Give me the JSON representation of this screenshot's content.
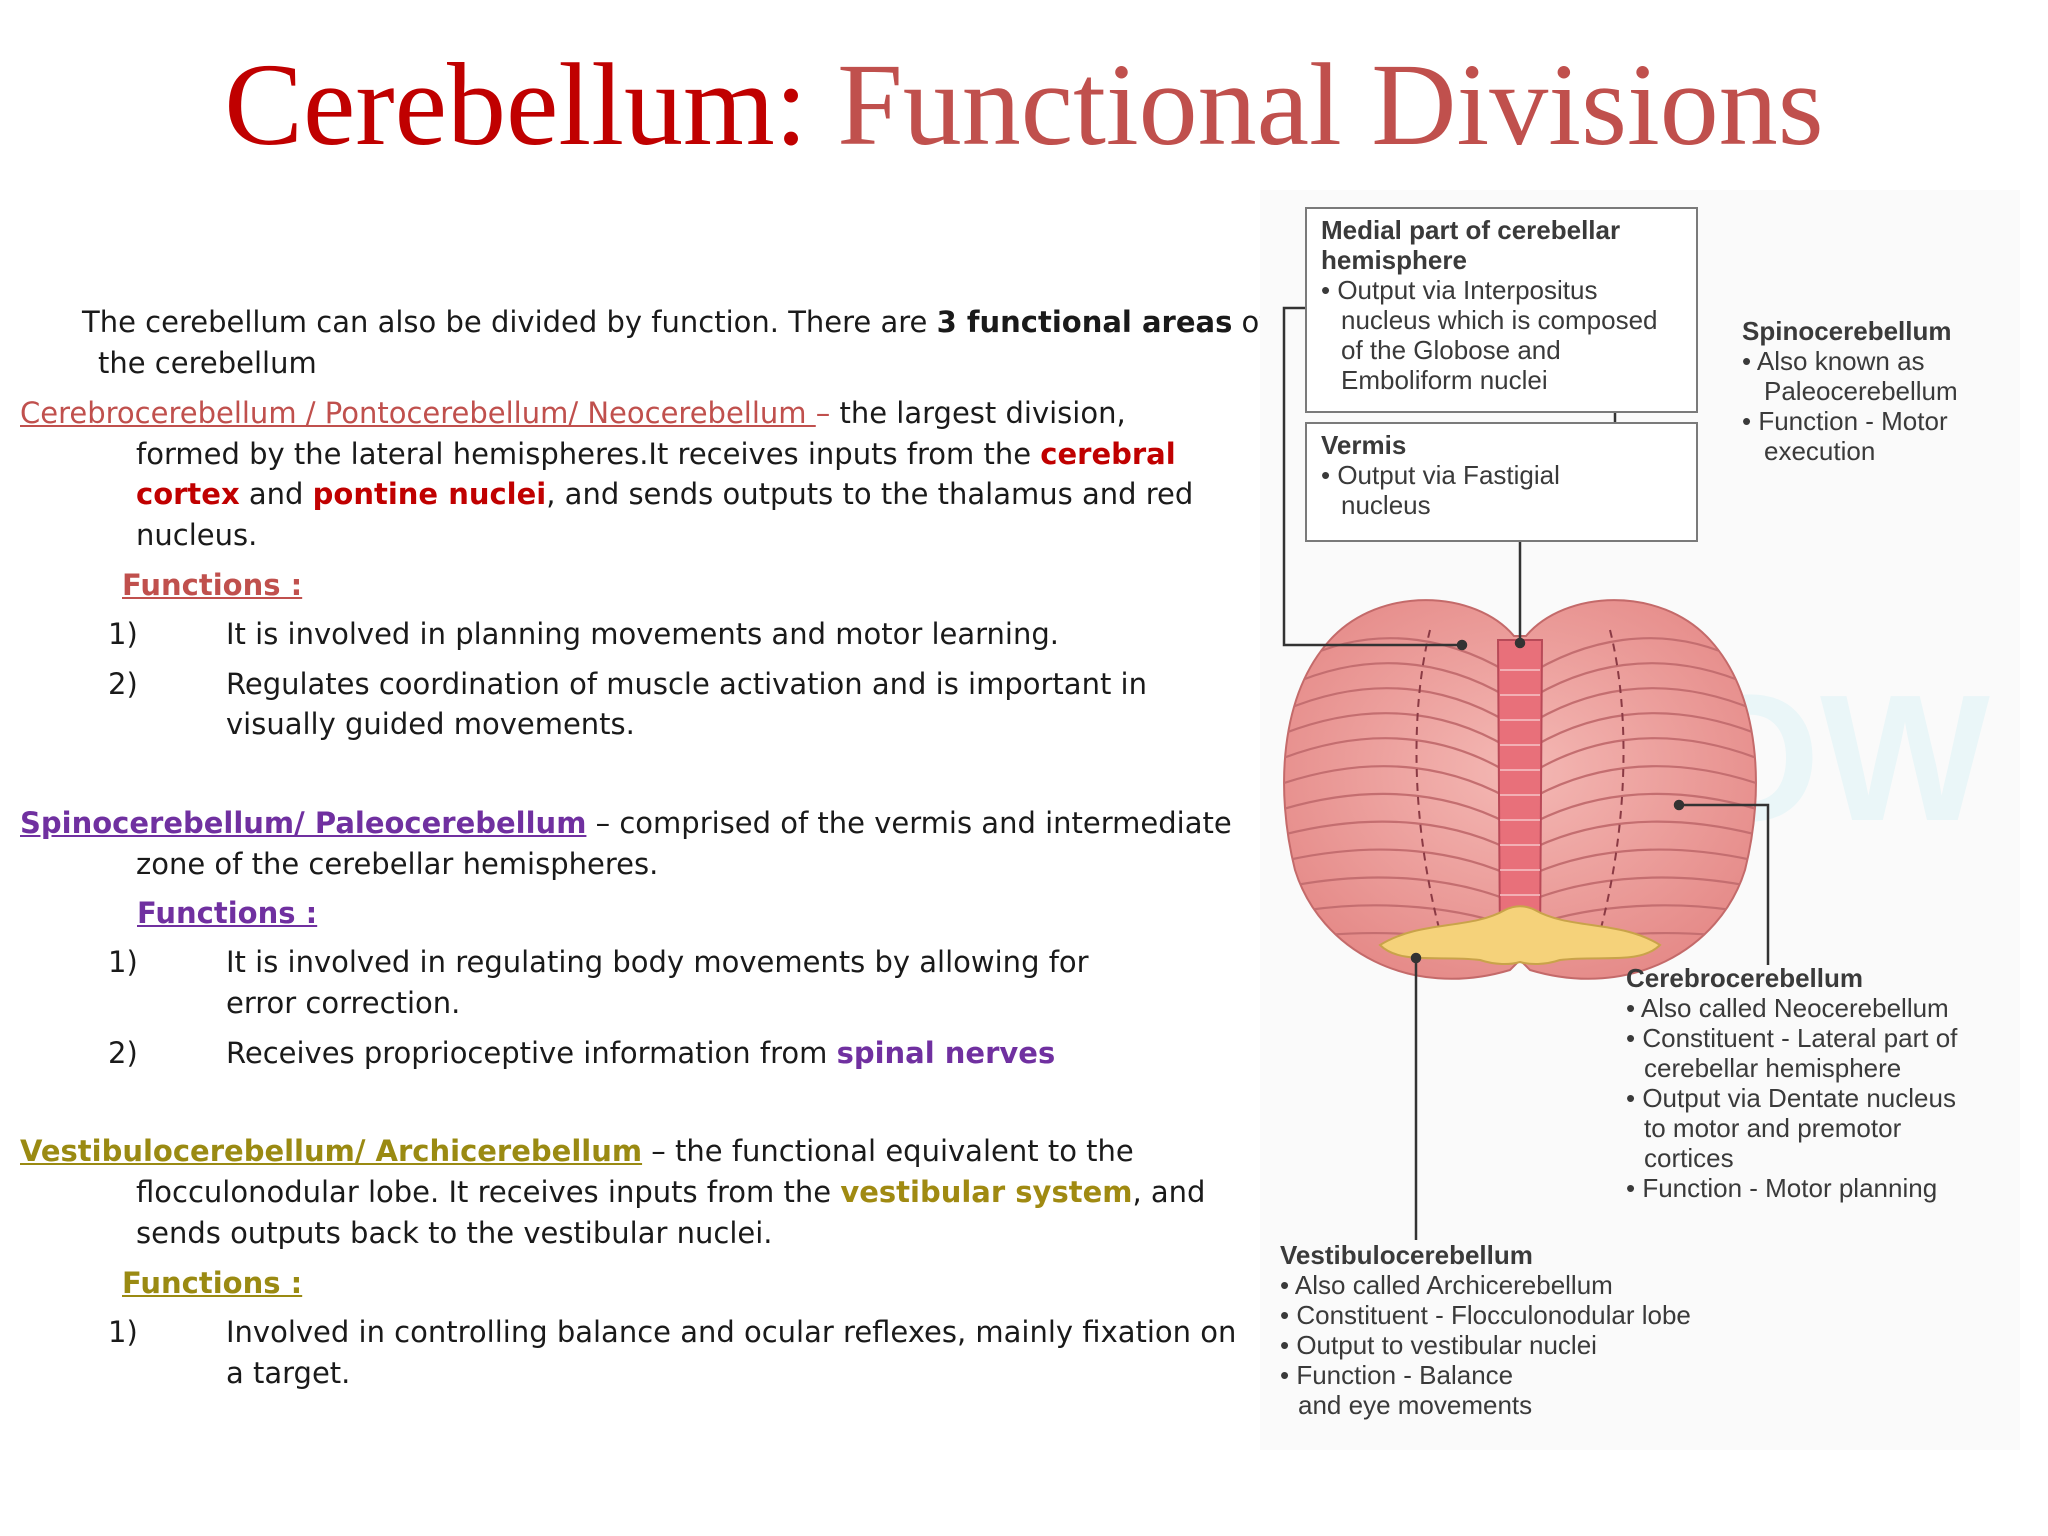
{
  "title": {
    "part1": "Cerebellum:",
    "part2": "Functional Divisions"
  },
  "intro": {
    "text1": "The cerebellum can also be divided by function. There are ",
    "bold": "3 functional areas",
    "text2": " of",
    "text3": "the cerebellum"
  },
  "cerebro": {
    "heading": "Cerebrocerebellum / Pontocerebellum/  Neocerebellum ",
    "dash": "– ",
    "desc1": "the largest division,",
    "desc2": "formed by the lateral hemispheres.It receives inputs from the ",
    "hl1": "cerebral",
    "hl1b": "cortex",
    "desc3": " and ",
    "hl2": "pontine nuclei",
    "desc4": ", and sends outputs to the thalamus and red",
    "desc5": "nucleus.",
    "functions_label": "Functions :",
    "items": [
      {
        "num": "1)",
        "l1": "It is involved in planning movements and motor learning.",
        "l2": ""
      },
      {
        "num": "2)",
        "l1": "Regulates coordination of muscle activation and is important in",
        "l2": "visually guided movements."
      }
    ]
  },
  "spino": {
    "heading": "Spinocerebellum/ Paleocerebellum",
    "desc1": " – comprised of the vermis and intermediate",
    "desc2": "zone of the cerebellar hemispheres.",
    "functions_label": "Functions :",
    "items": [
      {
        "num": "1)",
        "l1": "It is involved in regulating body movements by allowing for",
        "l2": "error correction."
      },
      {
        "num": "2)",
        "l1": "Receives proprioceptive information from ",
        "hl": "spinal nerves"
      }
    ]
  },
  "vestib": {
    "heading": "Vestibulocerebellum/ Archicerebellum",
    "desc1": " – the functional equivalent to the",
    "desc2": "flocculonodular lobe. It receives inputs from the ",
    "hl": "vestibular system",
    "desc3": ", and",
    "desc4": "sends outputs back to the vestibular nuclei.",
    "functions_label": "Functions :",
    "items": [
      {
        "num": "1)",
        "l1": "Involved in controlling balance and ocular reflexes, mainly fixation on",
        "l2": "a target."
      }
    ]
  },
  "diagram": {
    "box_medial": {
      "title1": "Medial part of cerebellar",
      "title2": "hemisphere",
      "b1": "• Output via Interpositus",
      "b2": "nucleus which is composed",
      "b3": "of the Globose and",
      "b4": "Emboliform nuclei"
    },
    "box_vermis": {
      "title": "Vermis",
      "b1": "• Output via Fastigial",
      "b2": "nucleus"
    },
    "spino": {
      "title": "Spinocerebellum",
      "b1": "• Also known as",
      "b2": "Paleocerebellum",
      "b3": "• Function - Motor",
      "b4": "execution"
    },
    "cerebro": {
      "title": "Cerebrocerebellum",
      "b1": "• Also called Neocerebellum",
      "b2": "• Constituent - Lateral part of",
      "b3": "cerebellar hemisphere",
      "b4": "• Output via Dentate nucleus",
      "b5": "to motor and premotor",
      "b6": "cortices",
      "b7": "• Function - Motor planning"
    },
    "vestib": {
      "title": "Vestibulocerebellum",
      "b1": "• Also called Archicerebellum",
      "b2": "• Constituent - Flocculonodular lobe",
      "b3": "• Output to vestibular nuclei",
      "b4": "• Function - Balance",
      "b5": "and eye movements"
    }
  }
}
